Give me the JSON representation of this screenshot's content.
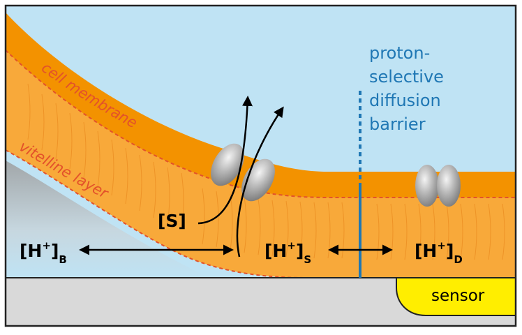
{
  "labels": {
    "cell_membrane": "cell membrane",
    "vitelline_layer": "vitelline layer",
    "barrier": [
      "proton-",
      "selective",
      "diffusion",
      "barrier"
    ],
    "substrate": "[S]",
    "h_bulk": {
      "main": "[H",
      "sup": "+",
      "close": "]",
      "sub": "B"
    },
    "h_surface": {
      "main": "[H",
      "sup": "+",
      "close": "]",
      "sub": "S"
    },
    "h_diffusion": {
      "main": "[H",
      "sup": "+",
      "close": "]",
      "sub": "D"
    },
    "sensor": "sensor"
  },
  "colors": {
    "medium": "#bfe3f4",
    "membrane": "#f39200",
    "vitelline": "#f8a93a",
    "dashed_line": "#e3522a",
    "label_orange": "#e3522a",
    "barrier_blue": "#1f77b4",
    "substrate_gray": "#d9d9d9",
    "sensor_yellow": "#ffee00",
    "arrow": "#000000",
    "protein_gray": "#9a9a9a"
  }
}
